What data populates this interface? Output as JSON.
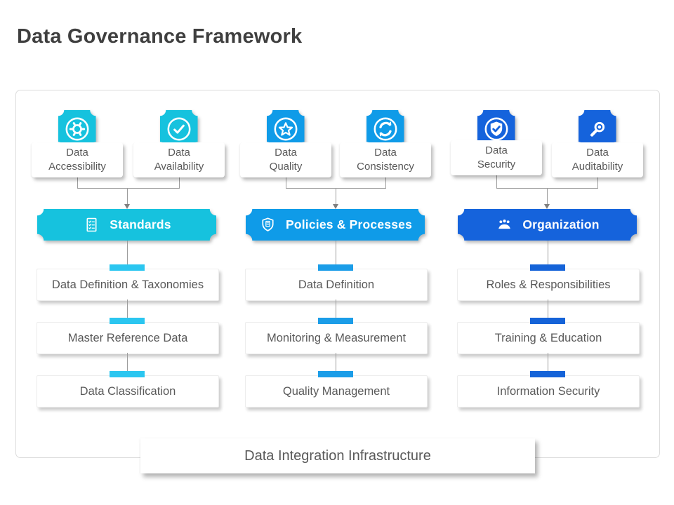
{
  "title": "Data Governance Framework",
  "colors": {
    "cyan": "#16C2DE",
    "azure": "#0F9BE8",
    "blue": "#1563DC",
    "cyan_accent": "#2BC6F0",
    "azure_accent": "#1B9DE8",
    "blue_accent": "#1563D8",
    "connector": "#9D9D9D"
  },
  "pillars": [
    {
      "icon": "gear-icon",
      "line1": "Data",
      "line2": "Accessibility"
    },
    {
      "icon": "check-circle-icon",
      "line1": "Data",
      "line2": "Availability"
    },
    {
      "icon": "star-circle-icon",
      "line1": "Data",
      "line2": "Quality"
    },
    {
      "icon": "sync-circle-icon",
      "line1": "Data",
      "line2": "Consistency"
    },
    {
      "icon": "shield-check-icon",
      "line1": "Data",
      "line2": "Security"
    },
    {
      "icon": "magnifier-icon",
      "line1": "Data",
      "line2": "Auditability"
    }
  ],
  "columns": [
    {
      "header": {
        "label": "Standards",
        "icon": "checklist-icon"
      },
      "items": [
        "Data Definition & Taxonomies",
        "Master Reference Data",
        "Data Classification"
      ]
    },
    {
      "header": {
        "label": "Policies & Processes",
        "icon": "shield-document-icon"
      },
      "items": [
        "Data Definition",
        "Monitoring & Measurement",
        "Quality Management"
      ]
    },
    {
      "header": {
        "label": "Organization",
        "icon": "people-icon"
      },
      "items": [
        "Roles & Responsibilities",
        "Training & Education",
        "Information Security"
      ]
    }
  ],
  "footer": {
    "label": "Data Integration Infrastructure"
  }
}
